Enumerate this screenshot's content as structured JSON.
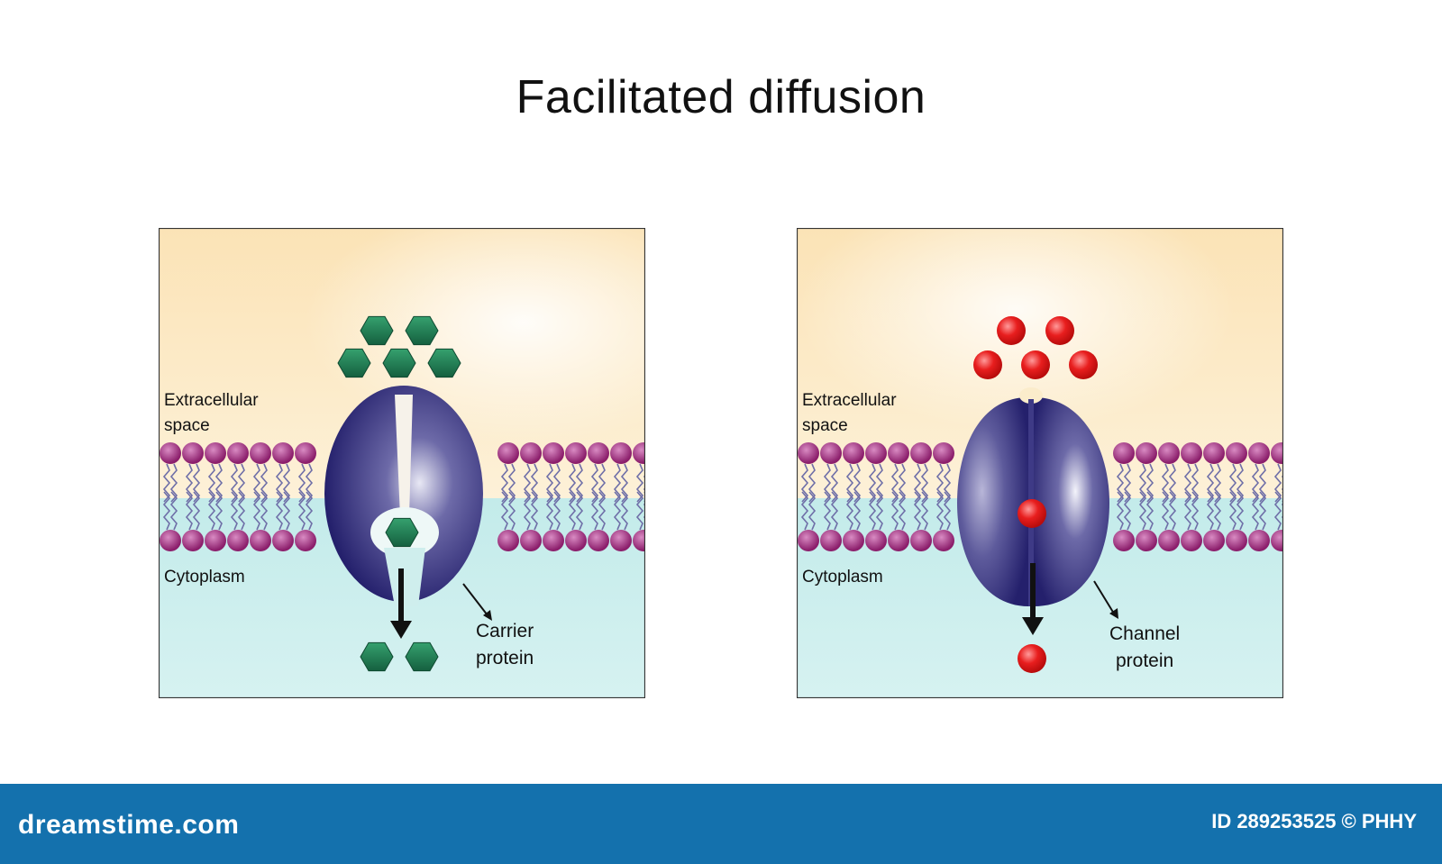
{
  "title": "Facilitated diffusion",
  "panels": [
    {
      "kind": "carrier",
      "extracellular_label": [
        "Extracellular",
        "space"
      ],
      "cytoplasm_label": "Cytoplasm",
      "protein_label": [
        "Carrier",
        "protein"
      ],
      "molecule_shape": "hexagon",
      "molecules_outside": 5,
      "molecules_in_protein": 1,
      "molecules_inside": 2
    },
    {
      "kind": "channel",
      "extracellular_label": [
        "Extracellular",
        "space"
      ],
      "cytoplasm_label": "Cytoplasm",
      "protein_label": [
        "Channel",
        "protein"
      ],
      "molecule_shape": "circle",
      "molecules_outside": 5,
      "molecules_in_protein": 1,
      "molecules_inside": 1
    }
  ],
  "colors": {
    "extracellular": "#fbe7be",
    "cytoplasm": "#c7ecec",
    "membrane_head": "#a3307f",
    "membrane_tail": "#6f6fa8",
    "protein": "#25226e",
    "hexagon_molecule": "#1f7a52",
    "circle_molecule": "#e01b1b",
    "arrow": "#111111",
    "footer": "#1471ad"
  },
  "footer": {
    "brand": "dreamstime.com",
    "image_id": "ID 289253525 © PHHY"
  }
}
